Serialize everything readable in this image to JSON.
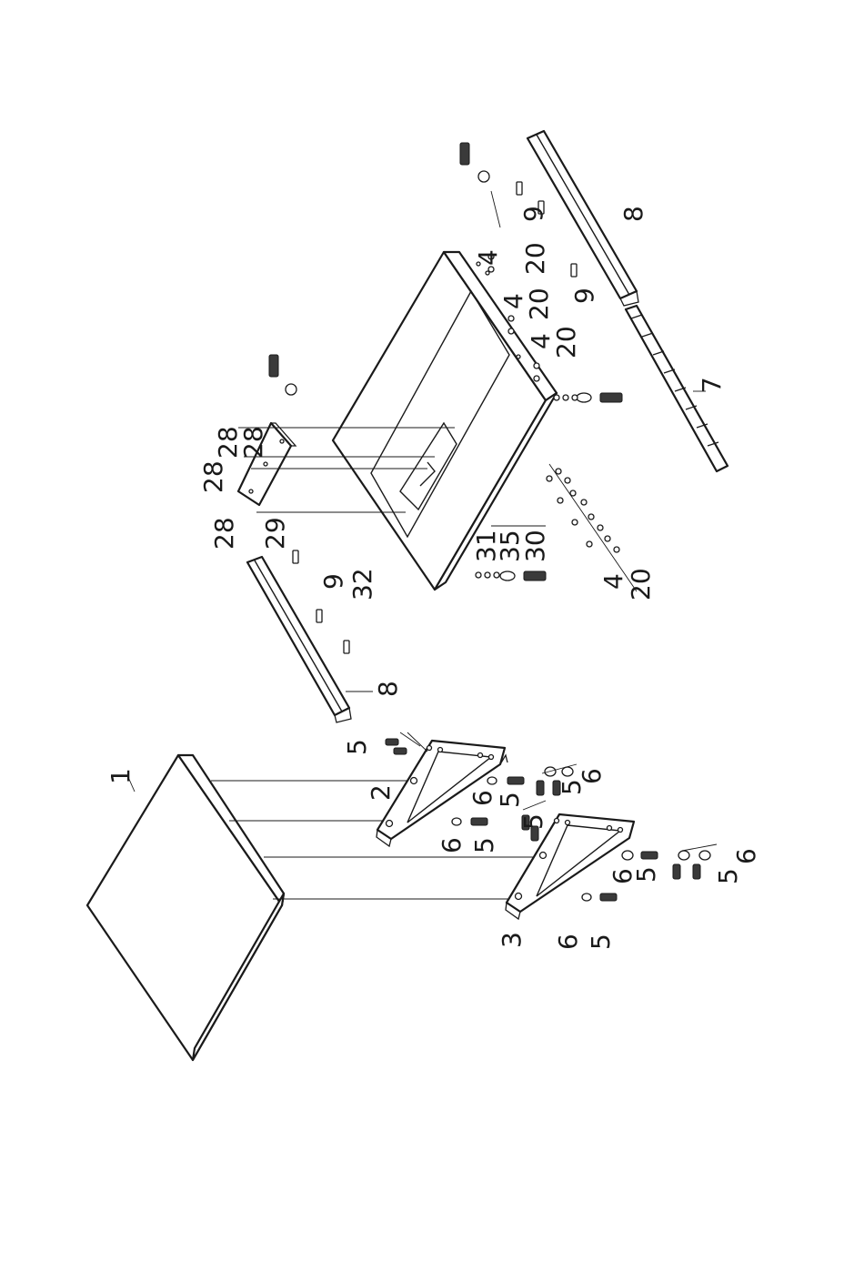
{
  "diagram": {
    "type": "exploded-parts-diagram",
    "callouts": {
      "c1": "1",
      "c2": "2",
      "c3": "3",
      "c4a": "4",
      "c4b": "4",
      "c4c": "4",
      "c4d": "4",
      "c5a": "5",
      "c5b": "5",
      "c5c": "5",
      "c5d": "5",
      "c5e": "5",
      "c5f": "5",
      "c5g": "5",
      "c5h": "5",
      "c6a": "6",
      "c6b": "6",
      "c6c": "6",
      "c6d": "6",
      "c6e": "6",
      "c6f": "6",
      "c7": "7",
      "c8a": "8",
      "c8b": "8",
      "c9a": "9",
      "c9b": "9",
      "c9c": "9",
      "c20a": "20",
      "c20b": "20",
      "c20c": "20",
      "c20d": "20",
      "c28a": "28",
      "c28b": "28",
      "c28c": "28",
      "c28d": "28",
      "c29": "29",
      "c30": "30",
      "c31": "31",
      "c32": "32",
      "c35": "35"
    }
  }
}
